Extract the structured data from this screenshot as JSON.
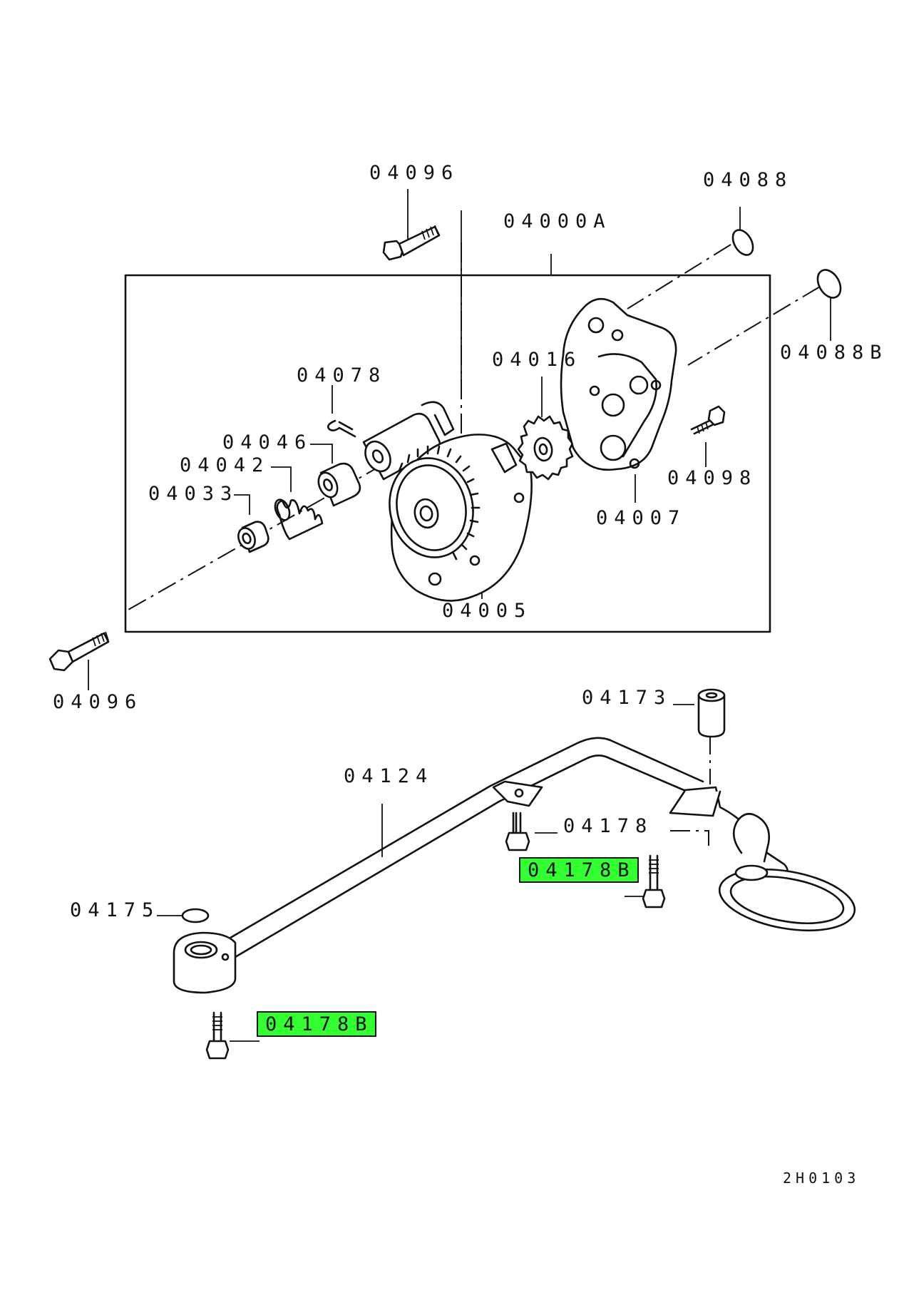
{
  "diagram_code": "2H0103",
  "parts": {
    "bolt_top": "04096",
    "oring_top": "04088",
    "assembly": "04000A",
    "oring_b": "04088B",
    "pin": "04078",
    "gear_small": "04016",
    "collar": "04046",
    "spring": "04042",
    "valve": "04033",
    "bolt_small": "04098",
    "cover": "04007",
    "body": "04005",
    "bolt_bottom": "04096",
    "collar_upper": "04173",
    "pipe": "04124",
    "bolt_04178": "04178",
    "bolt_04178b_right": "04178B",
    "oring_04175": "04175",
    "bolt_04178b_left": "04178B"
  },
  "highlight_color": "#33ff33"
}
